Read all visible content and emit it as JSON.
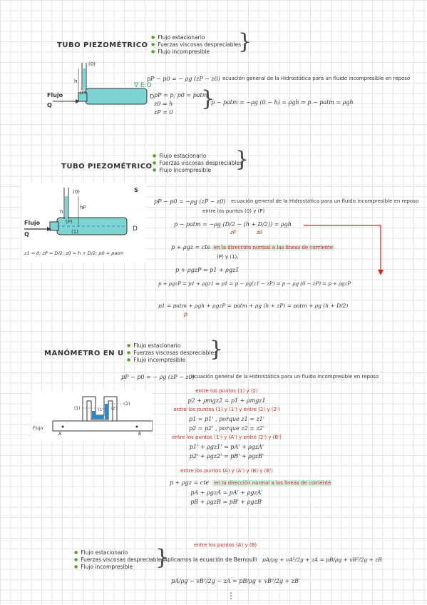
{
  "section1": {
    "title": "TUBO PIEZOMÉTRICO",
    "conditions": [
      "Flujo estacionario",
      "Fuerzas viscosas despreciables",
      "Flujo incompresible"
    ],
    "diagram": {
      "point0": "(0)",
      "pointP": "(P)",
      "h": "h",
      "D": "D",
      "flow_label": "Flujo",
      "Q": "Q",
      "level_mark": "∇ E.O"
    },
    "eq_general": "pP − p0 = − ρg (zP − z0)",
    "eq_general_text": "ecuación general de la Hidrostática para un fluido incompresible en reposo",
    "eq_sys1": "pP = p;  p0 = patm",
    "eq_sys2": "z0 = h",
    "eq_sys3": "zP = 0",
    "eq_result": "p − patm = −ρg (0 − h) = ρgh  ⇒  p − patm = ρgh"
  },
  "section2": {
    "title": "TUBO PIEZOMÉTRICO",
    "conditions": [
      "Flujo estacionario",
      "Fuerzas viscosas despreciables",
      "Flujo incompresible"
    ],
    "diagram": {
      "point0": "(0)",
      "pointP": "(P)",
      "point1": "(1)",
      "h": "h",
      "hp": "hP",
      "D": "D",
      "flow_label": "Flujo",
      "Q": "Q",
      "S": "S",
      "bottom_eq": "z1 = 0;  zP = D/2;  z0 = h + D/2;  p0 = patm"
    },
    "eq1": "pP − p0 = −ρg (zP − z0)",
    "eq1_text": "ecuación general de la Hidrostática para un fluido incompresible en reposo",
    "eq1_text2": "entre los puntos (0) y (P)",
    "eq2": "p − patm = −ρg (D/2 − (h + D/2)) = ρgh",
    "under_zp": "zP",
    "under_z0": "z0",
    "eq3": "p + ρgz = cte",
    "eq3_red": "en la dirección normal a las líneas de corriente",
    "eq3_text": "(P) y (1),",
    "eq4": "p + ρgzP = p1 + ρgz1",
    "eq5": "p + ρgzP = p1 + ρgz1 ⇒ p1 = p − ρg(z1 − zP) = p − ρg (0 − zP) = p + ρgzP",
    "eq6": "p1 = patm + ρgh + ρgzP = patm + ρg (h + zP) = patm + ρg (h + D/2)",
    "under_p": "p"
  },
  "section3": {
    "title": "MANÓMETRO EN U",
    "conditions": [
      "Flujo estacionario",
      "Fuerzas viscosas despreciables",
      "Flujo incompresible"
    ],
    "eq_general": "pP − p0 = − ρg (zP − z0)",
    "eq_general_text": "ecuación general de la Hidrostática para un fluido incompresible en reposo",
    "diagram": {
      "p1": "(1)",
      "p2": "(2)",
      "p1p": "(1')",
      "p2p": "(2')",
      "flow": "Flujo",
      "A": "A",
      "B": "B"
    },
    "steps": [
      {
        "type": "red",
        "text": "entre los puntos (1) y (2)"
      },
      {
        "type": "eq",
        "text": "p2 + ρmgz2 = p1 + ρmgz1"
      },
      {
        "type": "red",
        "text": "entre los puntos (1) y (1') y entre (2) y (2')"
      },
      {
        "type": "eq",
        "text": "p1 = p1' ,  porque  z1 = z1'"
      },
      {
        "type": "eq",
        "text": "p2 = p2' ,  porque  z2 = z2'"
      },
      {
        "type": "red",
        "text": "entre los puntos (1') y (A') y entre (2') y (B')"
      },
      {
        "type": "eq",
        "text": "p1' + ρgz1' = pA' + ρgzA'"
      },
      {
        "type": "eq",
        "text": "p2' + ρgz2' = pB' + ρgzB'"
      },
      {
        "type": "red",
        "text": "entre los puntos (A) y (A') y (B) y (B')"
      },
      {
        "type": "eqred",
        "text": "p + ρgz = cte",
        "red": "en la dirección normal a las líneas de corriente"
      },
      {
        "type": "eq",
        "text": "pA + ρgzA = pA' + ρgzA'"
      },
      {
        "type": "eq",
        "text": "pB + ρgzB = pB' + ρgzB'"
      }
    ],
    "bernoulli_red": "entre los puntos (A) y (B)",
    "bernoulli_conditions": [
      "Flujo estacionario",
      "Fuerzas viscosas despreciables",
      "Flujo incompresible"
    ],
    "bernoulli_text": "Aplicamos la ecuación de Bernoulli",
    "bernoulli_eq": "pA/ρg + vA²/2g + zA = pB/ρg + vB²/2g + zB",
    "final_eq": "pA/ρg − vB²/2g − zA = pB/ρg + vB²/2g + zB",
    "end_mark": "⋮"
  },
  "colors": {
    "pipe": "#7ed3d3",
    "red": "#d3261d",
    "green": "#5aa02c",
    "blue": "#2b88c8"
  }
}
